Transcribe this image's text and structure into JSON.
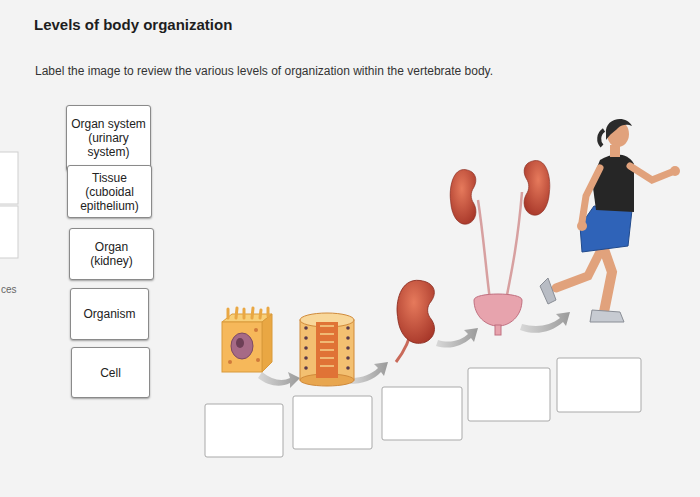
{
  "diagram": {
    "title": "Levels of body organization",
    "nodes": [
      {
        "text": [
          "Organ system (urinary system)"
        ]
      },
      {
        "text": [
          "Tissue (cuboidal epithelium)"
        ]
      },
      {
        "text": [
          "Organ (kidney)"
        ]
      },
      {
        "text": [
          "Organism"
        ]
      },
      {
        "text": [
          "Cell"
        ]
      }
    ],
    "labels": [
      "Label the image to review the various levels of organization within the vertebrate body.",
      "ces"
    ]
  }
}
